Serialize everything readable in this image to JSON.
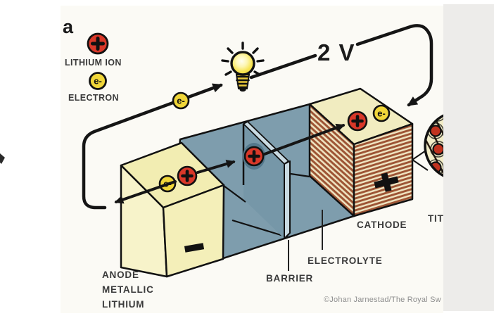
{
  "panel": {
    "letter": "a"
  },
  "legend": {
    "lithium_ion": {
      "label": "LITHIUM ION",
      "symbol": "+",
      "color": "#d93829"
    },
    "electron": {
      "label": "ELECTRON",
      "symbol": "e-",
      "color": "#f0d639"
    }
  },
  "circuit": {
    "voltage": "2 V",
    "wire_color": "#151515"
  },
  "battery": {
    "anode": {
      "label_lines": [
        "ANODE",
        "METALLIC",
        "LITHIUM"
      ],
      "terminal_sign": "−",
      "color": "#f4efb9"
    },
    "cathode": {
      "label": "CATHODE",
      "terminal_sign": "+",
      "stripe_color": "#9d5434",
      "top_color": "#f1ecc0"
    },
    "electrolyte": {
      "label": "ELECTROLYTE",
      "color": "#7e9dad"
    },
    "barrier": {
      "label": "BARRIER",
      "edge_color": "#c9dae2"
    },
    "inset": {
      "label": "TIT",
      "ion_color": "#c0331f"
    }
  },
  "credit": "©Johan Jarnestad/The Royal Sw"
}
